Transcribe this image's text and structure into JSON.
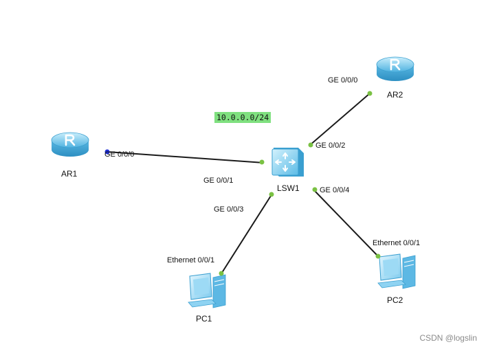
{
  "subnet_label": "10.0.0.0/24",
  "watermark": "CSDN @logslin",
  "colors": {
    "link": "#1a1a1a",
    "port_up": "#7ac143",
    "port_ar1": "#1f2fd6",
    "subnet_bg": "#7fe07f",
    "device_light": "#b8e6f9",
    "device_dark": "#38a5d6"
  },
  "devices": {
    "ar1": {
      "name": "AR1",
      "type": "router",
      "icon": "router-icon"
    },
    "ar2": {
      "name": "AR2",
      "type": "router",
      "icon": "router-icon"
    },
    "lsw1": {
      "name": "LSW1",
      "type": "switch",
      "icon": "switch-icon"
    },
    "pc1": {
      "name": "PC1",
      "type": "pc",
      "icon": "pc-icon"
    },
    "pc2": {
      "name": "PC2",
      "type": "pc",
      "icon": "pc-icon"
    }
  },
  "ports": {
    "ar1_ge000": "GE 0/0/0",
    "lsw1_ge001": "GE 0/0/1",
    "ar2_ge000": "GE 0/0/0",
    "lsw1_ge002": "GE 0/0/2",
    "lsw1_ge003": "GE 0/0/3",
    "lsw1_ge004": "GE 0/0/4",
    "pc1_eth001": "Ethernet 0/0/1",
    "pc2_eth001": "Ethernet 0/0/1"
  }
}
